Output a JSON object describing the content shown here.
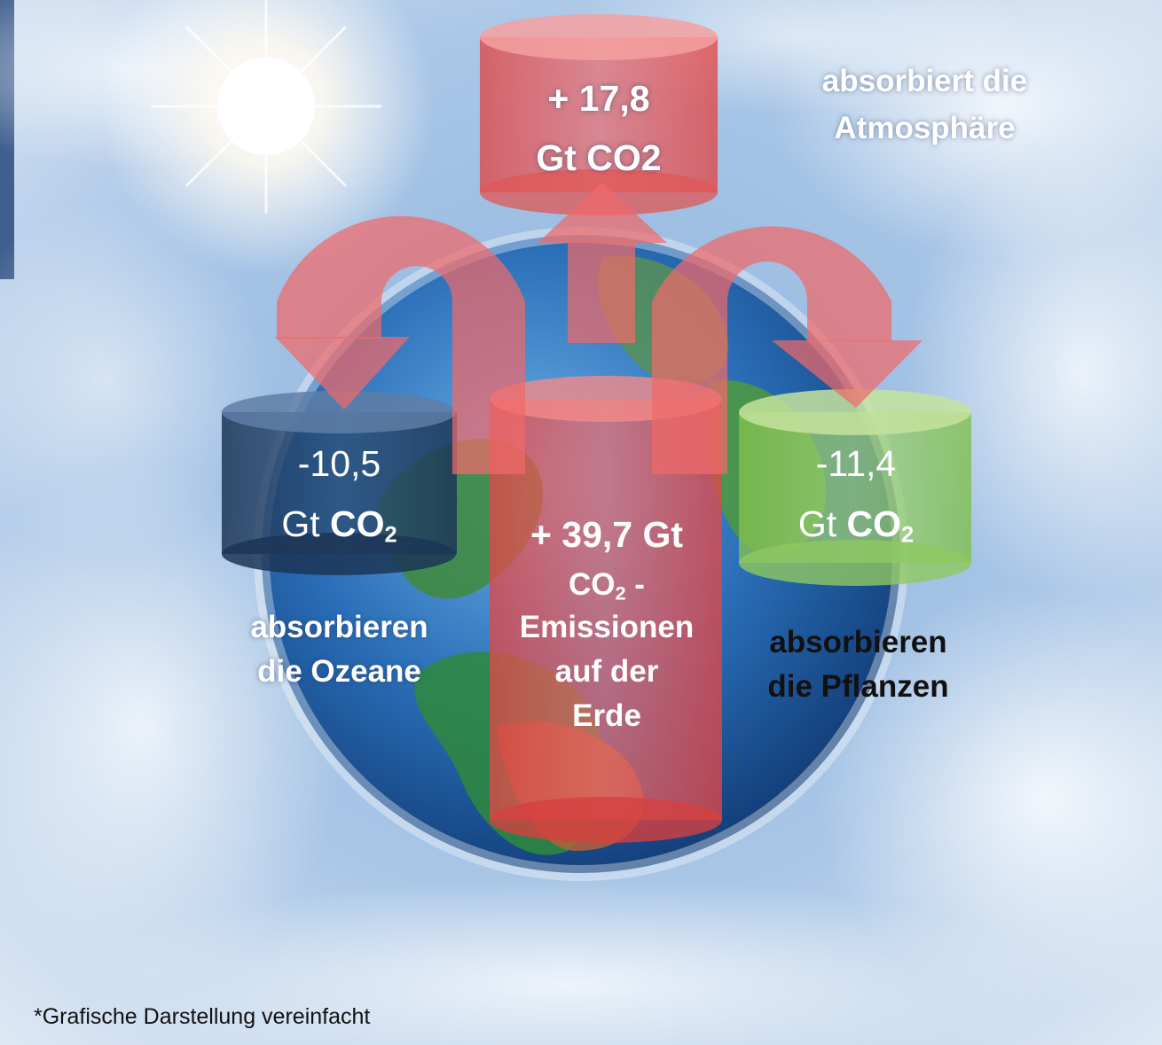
{
  "atmosphere": {
    "value": "+ 17,8",
    "unit": "Gt CO2",
    "caption_line1": "absorbiert die",
    "caption_line2": "Atmosphäre",
    "color": "#f08080"
  },
  "oceans": {
    "value": "-10,5",
    "unit_prefix": "Gt",
    "unit_formula": "CO",
    "unit_sub": "2",
    "caption_line1": "absorbieren",
    "caption_line2": "die Ozeane",
    "color": "#1e3a5c"
  },
  "plants": {
    "value": "-11,4",
    "unit_prefix": "Gt",
    "unit_formula": "CO",
    "unit_sub": "2",
    "caption_line1": "absorbieren",
    "caption_line2": "die Pflanzen",
    "color": "#8cc25a"
  },
  "emissions": {
    "value": "+ 39,7 Gt",
    "formula": "CO",
    "formula_sub": "2",
    "formula_suffix": " -",
    "caption_line1": "Emissionen",
    "caption_line2": "auf der",
    "caption_line3": "Erde",
    "color": "#e24a4a"
  },
  "footnote": "*Grafische Darstellung vereinfacht"
}
